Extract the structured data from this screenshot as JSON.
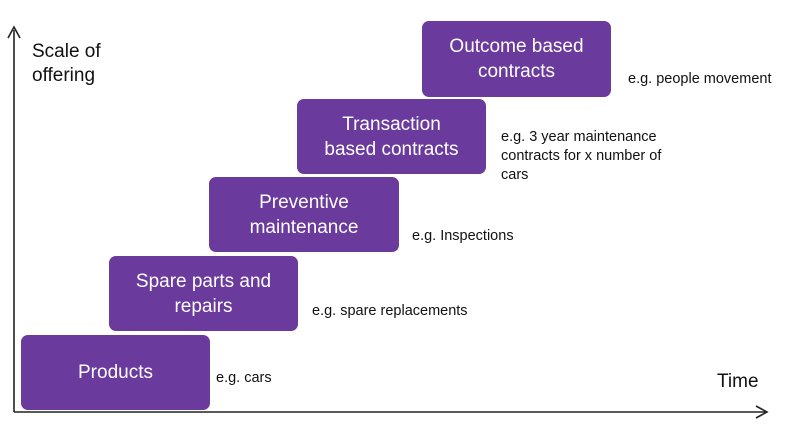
{
  "axes": {
    "y_label": "Scale of\noffering",
    "x_label": "Time"
  },
  "steps": [
    {
      "label": "Products",
      "example": "e.g. cars"
    },
    {
      "label": "Spare parts and\nrepairs",
      "example": "e.g. spare replacements"
    },
    {
      "label": "Preventive\nmaintenance",
      "example": "e.g. Inspections"
    },
    {
      "label": "Transaction\nbased contracts",
      "example": "e.g. 3 year maintenance\ncontracts for x number of\ncars"
    },
    {
      "label": "Outcome based\ncontracts",
      "example": "e.g. people movement"
    }
  ],
  "colors": {
    "box_fill": "#6a3a9d",
    "box_text": "#ffffff",
    "axis": "#222222"
  }
}
